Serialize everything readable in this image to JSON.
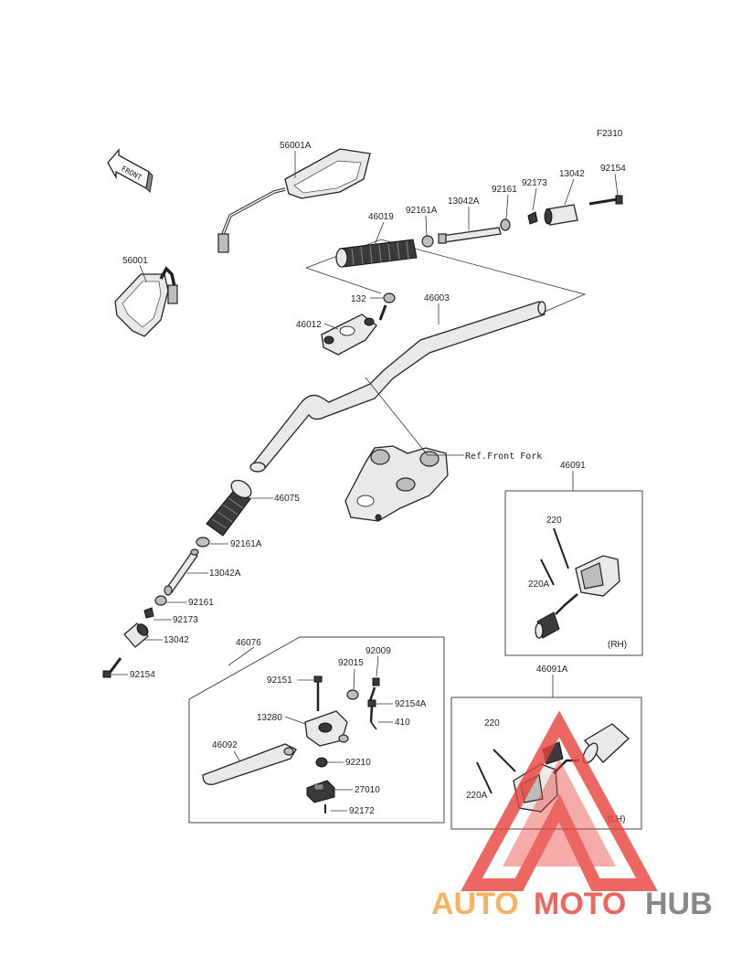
{
  "figure_code": "F2310",
  "front_label": "FRONT",
  "ref_label": "Ref.Front Fork",
  "rh_label": "(RH)",
  "lh_label": "(LH)",
  "watermark": {
    "auto": "AUTO",
    "moto": "MOTO",
    "hub": "HUB"
  },
  "colors": {
    "watermark_red": "#e8413c",
    "watermark_orange": "#f2a23a",
    "watermark_gray": "#6b6b6b"
  },
  "parts": {
    "p56001A": "56001A",
    "p56001": "56001",
    "p46019": "46019",
    "p92161A_top": "92161A",
    "p13042A_top": "13042A",
    "p92161_top": "92161",
    "p92173_top": "92173",
    "p13042_top": "13042",
    "p92154_top": "92154",
    "p132": "132",
    "p46003": "46003",
    "p46012": "46012",
    "p46075": "46075",
    "p92161A": "92161A",
    "p13042A": "13042A",
    "p92161": "92161",
    "p92173": "92173",
    "p13042": "13042",
    "p92154": "92154",
    "p46091": "46091",
    "p220_rh": "220",
    "p220A_rh": "220A",
    "p46076": "46076",
    "p92009": "92009",
    "p92015": "92015",
    "p92151": "92151",
    "p92154A": "92154A",
    "p13280": "13280",
    "p410": "410",
    "p46092": "46092",
    "p92210": "92210",
    "p27010": "27010",
    "p92172": "92172",
    "p46091A": "46091A",
    "p220_lh": "220",
    "p220A_lh": "220A"
  }
}
